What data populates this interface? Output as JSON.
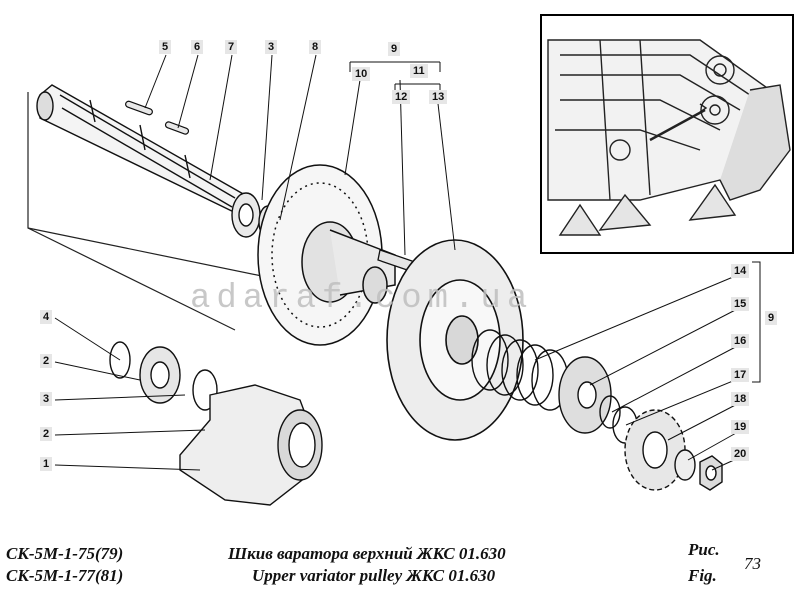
{
  "callouts": {
    "c5": "5",
    "c6": "6",
    "c7": "7",
    "c3a": "3",
    "c8": "8",
    "c9a": "9",
    "c10": "10",
    "c11": "11",
    "c12": "12",
    "c13": "13",
    "c14": "14",
    "c15": "15",
    "c16": "16",
    "c17": "17",
    "c9b": "9",
    "c18": "18",
    "c19": "19",
    "c20": "20",
    "c4": "4",
    "c2a": "2",
    "c3b": "3",
    "c2b": "2",
    "c1": "1"
  },
  "watermark": "adaraf.com.ua",
  "footer": {
    "model_line_1": "СК-5М-1-75(79)",
    "model_line_2": "СК-5М-1-77(81)",
    "title_ru": "Шкив варатора верхний ЖКС 01.630",
    "title_en": "Upper variator pulley ЖКС 01.630",
    "fig_ru": "Рис.",
    "fig_en": "Fig.",
    "fig_number": "73"
  }
}
